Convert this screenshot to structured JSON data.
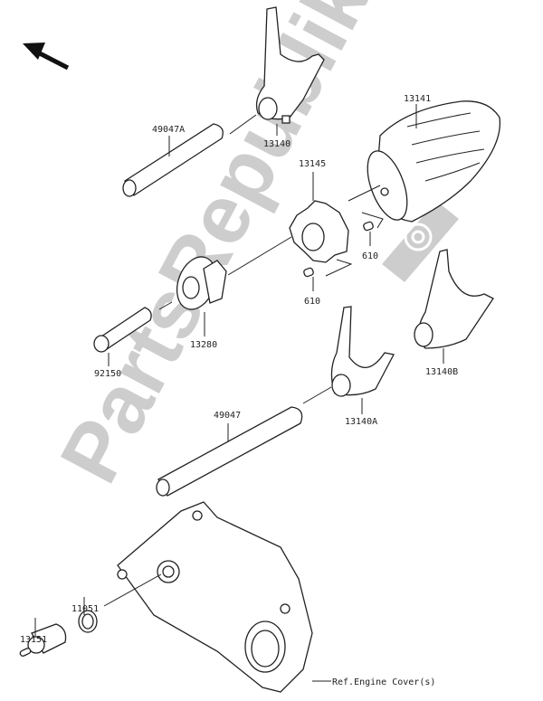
{
  "watermark": "PartsRepublik",
  "watermark_icon": "gear-icon",
  "direction_icon": "arrow-up-left-icon",
  "labels": {
    "p49047A": "49047A",
    "p13140": "13140",
    "p13141": "13141",
    "p13145": "13145",
    "p610a": "610",
    "p610b": "610",
    "p13280": "13280",
    "p92150": "92150",
    "p13140B": "13140B",
    "p13140A": "13140A",
    "p49047": "49047",
    "p11051": "11051",
    "p13151": "13151",
    "ref": "Ref.Engine Cover(s)"
  }
}
